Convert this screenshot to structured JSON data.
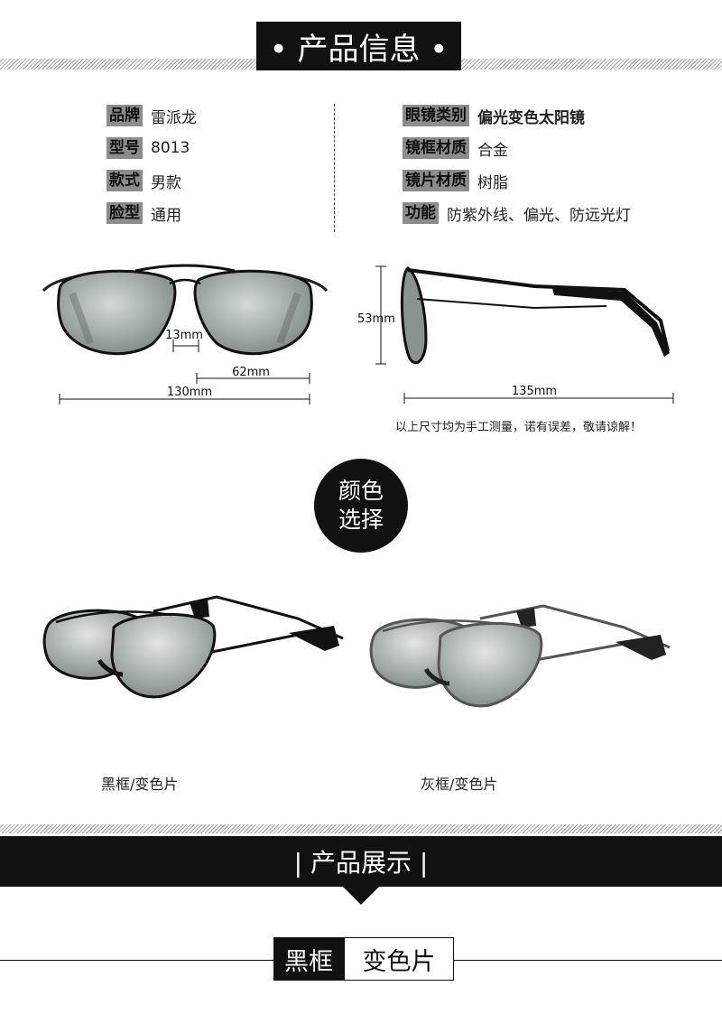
{
  "header": {
    "title": "• 产品信息 •"
  },
  "specs_left": [
    {
      "label": "品牌",
      "value": "雷派龙"
    },
    {
      "label": "型号",
      "value": "8013"
    },
    {
      "label": "款式",
      "value": "男款"
    },
    {
      "label": "脸型",
      "value": "通用"
    }
  ],
  "specs_right": [
    {
      "label": "眼镜类别",
      "value": "偏光变色太阳镜"
    },
    {
      "label": "镜框材质",
      "value": "合金"
    },
    {
      "label": "镜片材质",
      "value": "树脂"
    },
    {
      "label": "功能",
      "value": "防紫外线、偏光、防远光灯"
    }
  ],
  "dimensions": {
    "bridge": "13mm",
    "lens_width": "62mm",
    "total_width": "130mm",
    "lens_height": "53mm",
    "temple_length": "135mm",
    "note": "以上尺寸均为手工测量，诺有误差，敬请谅解！"
  },
  "color_choice": {
    "line1": "颜色",
    "line2": "选择"
  },
  "variants": [
    {
      "caption": "黑框/变色片",
      "frame_color": "#111111"
    },
    {
      "caption": "灰框/变色片",
      "frame_color": "#555555"
    }
  ],
  "showcase": {
    "title": "| 产品展示 |"
  },
  "current_tag": {
    "frame": "黑框",
    "lens": "变色片"
  },
  "colors": {
    "lens": "#a9b2ad",
    "black": "#111111"
  }
}
